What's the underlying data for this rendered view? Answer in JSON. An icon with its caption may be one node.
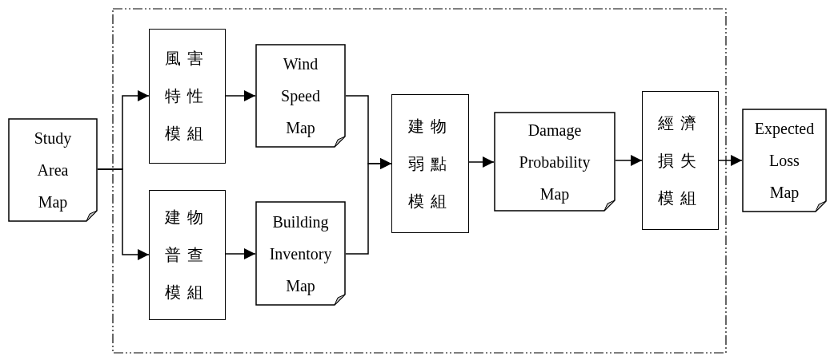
{
  "diagram": {
    "nodes": [
      {
        "text": [],
        "shape": "box"
      },
      {
        "text": [
          "Study Area Map"
        ]
      },
      {
        "text": [
          "風害特性模組"
        ],
        "in": 0
      },
      {
        "text": [
          "Wind Speed Map"
        ],
        "in": 0
      },
      {
        "text": [
          "建物普查模組"
        ],
        "in": 0
      },
      {
        "text": [
          "Building Inventory Map"
        ],
        "in": 0
      },
      {
        "text": [
          "建物弱點模組"
        ],
        "in": 0
      },
      {
        "text": [
          "Damage Probability Map"
        ],
        "in": 0
      },
      {
        "text": [
          "經濟損失模組"
        ],
        "in": 0
      },
      {
        "text": [
          "Expected Loss Map"
        ]
      }
    ],
    "edges": [
      {
        "from": 1,
        "to": 2,
        "arrow": "to"
      },
      {
        "from": 1,
        "to": 4,
        "arrow": "to"
      },
      {
        "from": 2,
        "to": 3,
        "arrow": "to"
      },
      {
        "from": 4,
        "to": 5,
        "arrow": "to"
      },
      {
        "from": 3,
        "to": 6,
        "arrow": "to"
      },
      {
        "from": 5,
        "to": 6,
        "arrow": "to"
      },
      {
        "from": 6,
        "to": 7,
        "arrow": "to"
      },
      {
        "from": 7,
        "to": 8,
        "arrow": "to"
      },
      {
        "from": 8,
        "to": 9,
        "arrow": "to"
      }
    ]
  }
}
